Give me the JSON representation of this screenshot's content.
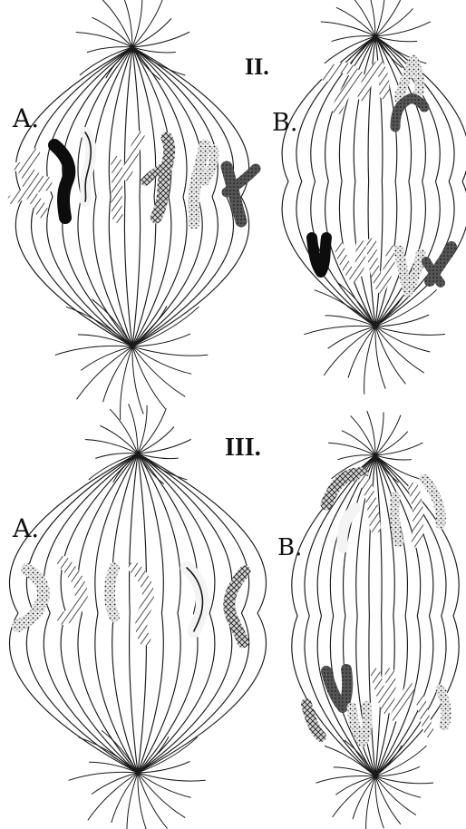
{
  "figure": {
    "panels": [
      {
        "id": "II",
        "numeral": "II.",
        "left_label": "A.",
        "right_label": "B."
      },
      {
        "id": "III",
        "numeral": "III.",
        "left_label": "A.",
        "right_label": "B."
      }
    ]
  },
  "legend": {
    "chromosome_patterns": [
      "striped",
      "dotted",
      "cross-hatched",
      "solid-black",
      "plain"
    ]
  },
  "colors": {
    "ink": "#1a1a1a",
    "paper": "#ffffff",
    "shade": "#8a8a8a",
    "solid": "#0d0d0d"
  }
}
